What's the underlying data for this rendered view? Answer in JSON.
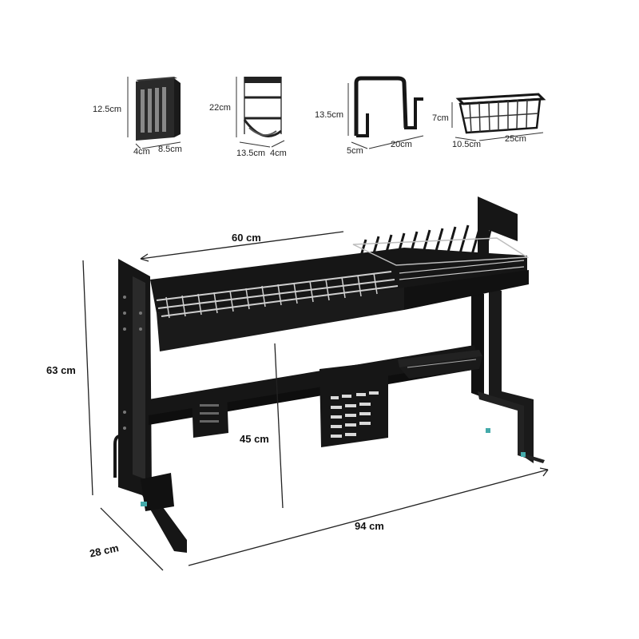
{
  "accessories": {
    "utensil_holder": {
      "height": "12.5cm",
      "depth": "4cm",
      "width": "8.5cm"
    },
    "cutting_board_holder": {
      "height": "22cm",
      "width": "13.5cm",
      "depth": "4cm"
    },
    "pot_lid_rack": {
      "height": "13.5cm",
      "depth": "5cm",
      "width": "20cm"
    },
    "hanging_basket": {
      "height": "7cm",
      "depth": "10.5cm",
      "width": "25cm"
    }
  },
  "rack": {
    "top_tray_length": "60 cm",
    "total_height": "63 cm",
    "inner_height": "45 cm",
    "depth": "28 cm",
    "total_width": "94 cm"
  },
  "colors": {
    "frame": "#161616",
    "dim_line": "#333333",
    "background": "#ffffff"
  }
}
